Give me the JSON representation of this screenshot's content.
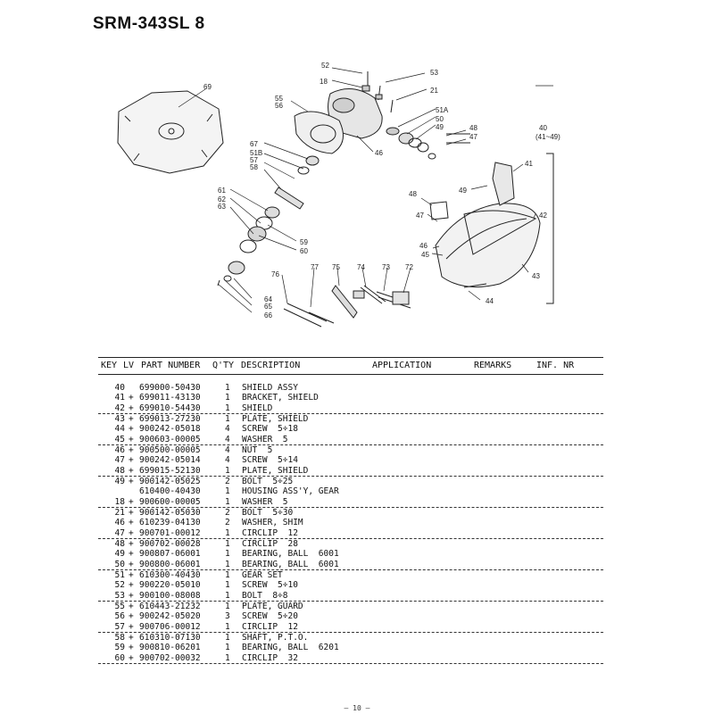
{
  "page_title": "SRM-343SL 8",
  "diagram": {
    "callouts": [
      "69",
      "52",
      "18",
      "53",
      "21",
      "55",
      "56",
      "51A",
      "50",
      "49",
      "48",
      "47",
      "40",
      "(41~49)",
      "67",
      "51B",
      "57",
      "58",
      "46",
      "41",
      "49",
      "48",
      "47",
      "42",
      "46",
      "45",
      "43",
      "44",
      "61",
      "62",
      "63",
      "59",
      "60",
      "64",
      "65",
      "66",
      "76",
      "77",
      "75",
      "74",
      "73",
      "72"
    ]
  },
  "table": {
    "headers": {
      "key": "KEY",
      "lv": "LV",
      "part_number": "PART NUMBER",
      "qty": "Q'TY",
      "description": "DESCRIPTION",
      "application": "APPLICATION",
      "remarks": "REMARKS",
      "inf_nr": "INF. NR"
    },
    "rows": [
      {
        "key": "40",
        "lv": "",
        "part": "699000-50430",
        "qty": "1",
        "desc": "SHIELD ASSY"
      },
      {
        "key": "41",
        "lv": "+",
        "part": "699011-43130",
        "qty": "1",
        "desc": "BRACKET, SHIELD"
      },
      {
        "key": "42",
        "lv": "+",
        "part": "699010-54430",
        "qty": "1",
        "desc": "SHIELD"
      },
      {
        "key": "43",
        "lv": "+",
        "part": "699013-27230",
        "qty": "1",
        "desc": "PLATE, SHIELD"
      },
      {
        "key": "44",
        "lv": "+",
        "part": "900242-05018",
        "qty": "4",
        "desc": "SCREW  5÷18"
      },
      {
        "key": "45",
        "lv": "+",
        "part": "900603-00005",
        "qty": "4",
        "desc": "WASHER  5"
      },
      {
        "key": "46",
        "lv": "+",
        "part": "900500-00005",
        "qty": "4",
        "desc": "NUT  5"
      },
      {
        "key": "47",
        "lv": "+",
        "part": "900242-05014",
        "qty": "4",
        "desc": "SCREW  5÷14"
      },
      {
        "key": "48",
        "lv": "+",
        "part": "699015-52130",
        "qty": "1",
        "desc": "PLATE, SHIELD"
      },
      {
        "key": "49",
        "lv": "+",
        "part": "900142-05025",
        "qty": "2",
        "desc": "BOLT  5÷25"
      },
      {
        "key": "",
        "lv": "",
        "part": "610400-40430",
        "qty": "1",
        "desc": "HOUSING ASS'Y, GEAR"
      },
      {
        "key": "18",
        "lv": "+",
        "part": "900600-00005",
        "qty": "1",
        "desc": "WASHER  5"
      },
      {
        "key": "21",
        "lv": "+",
        "part": "900142-05030",
        "qty": "2",
        "desc": "BOLT  5÷30"
      },
      {
        "key": "46",
        "lv": "+",
        "part": "610239-04130",
        "qty": "2",
        "desc": "WASHER, SHIM"
      },
      {
        "key": "47",
        "lv": "+",
        "part": "900701-00012",
        "qty": "1",
        "desc": "CIRCLIP  12"
      },
      {
        "key": "48",
        "lv": "+",
        "part": "900702-00028",
        "qty": "1",
        "desc": "CIRCLIP  28"
      },
      {
        "key": "49",
        "lv": "+",
        "part": "900807-06001",
        "qty": "1",
        "desc": "BEARING, BALL  6001"
      },
      {
        "key": "50",
        "lv": "+",
        "part": "900800-06001",
        "qty": "1",
        "desc": "BEARING, BALL  6001"
      },
      {
        "key": "51",
        "lv": "+",
        "part": "610300-40430",
        "qty": "1",
        "desc": "GEAR SET"
      },
      {
        "key": "52",
        "lv": "+",
        "part": "900220-05010",
        "qty": "1",
        "desc": "SCREW  5÷10"
      },
      {
        "key": "53",
        "lv": "+",
        "part": "900100-08008",
        "qty": "1",
        "desc": "BOLT  8÷8"
      },
      {
        "key": "55",
        "lv": "+",
        "part": "610443-21232",
        "qty": "1",
        "desc": "PLATE, GUARD"
      },
      {
        "key": "56",
        "lv": "+",
        "part": "900242-05020",
        "qty": "3",
        "desc": "SCREW  5÷20"
      },
      {
        "key": "57",
        "lv": "+",
        "part": "900706-00012",
        "qty": "1",
        "desc": "CIRCLIP  12"
      },
      {
        "key": "58",
        "lv": "+",
        "part": "610310-07130",
        "qty": "1",
        "desc": "SHAFT, P.T.O."
      },
      {
        "key": "59",
        "lv": "+",
        "part": "900810-06201",
        "qty": "1",
        "desc": "BEARING, BALL  6201"
      },
      {
        "key": "60",
        "lv": "+",
        "part": "900702-00032",
        "qty": "1",
        "desc": "CIRCLIP  32"
      }
    ]
  },
  "page_number": "— 10 —"
}
